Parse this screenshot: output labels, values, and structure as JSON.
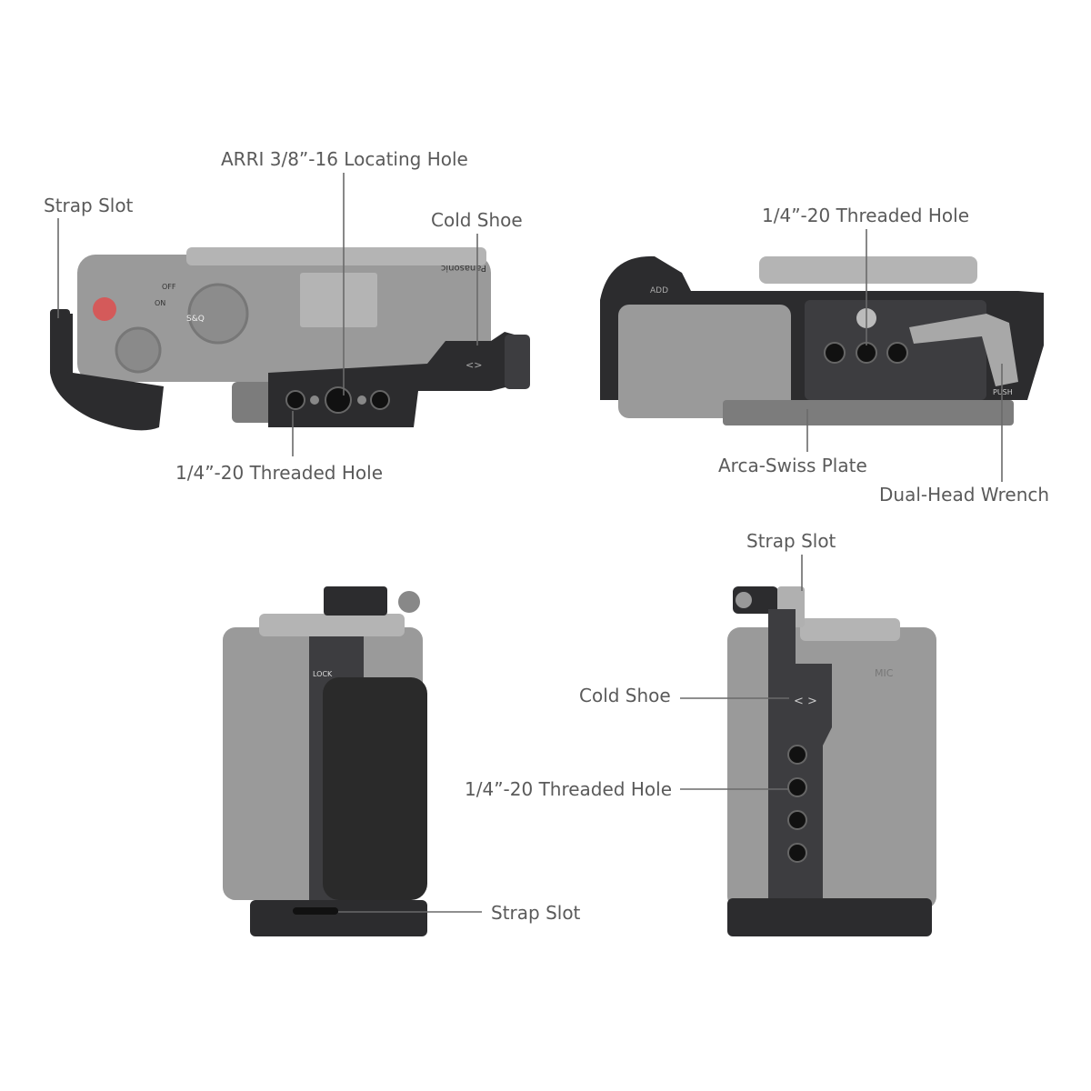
{
  "views": {
    "top": {
      "labels": {
        "arri_hole": "ARRI 3/8”-16 Locating Hole",
        "strap_slot": "Strap Slot",
        "cold_shoe": "Cold Shoe",
        "threaded_hole": "1/4”-20 Threaded Hole"
      },
      "camera_text": {
        "brand": "Panasonic",
        "mode_off": "OFF",
        "mode_on": "ON",
        "dial": "S&Q"
      }
    },
    "bottom": {
      "labels": {
        "threaded_hole": "1/4”-20 Threaded Hole",
        "arca_plate": "Arca-Swiss Plate",
        "wrench": "Dual-Head Wrench"
      },
      "camera_text": {
        "add": "ADD",
        "push": "PUSH"
      }
    },
    "left_side": {
      "labels": {
        "strap_slot": "Strap Slot"
      },
      "camera_text": {
        "lock": "LOCK"
      }
    },
    "right_side": {
      "labels": {
        "strap_slot": "Strap Slot",
        "cold_shoe": "Cold Shoe",
        "threaded_hole": "1/4”-20 Threaded Hole"
      },
      "camera_text": {
        "mic": "MIC"
      }
    }
  },
  "colors": {
    "label": "#5a5a5a",
    "cage": "#2c2c2e",
    "camera": "#9a9a9a"
  }
}
